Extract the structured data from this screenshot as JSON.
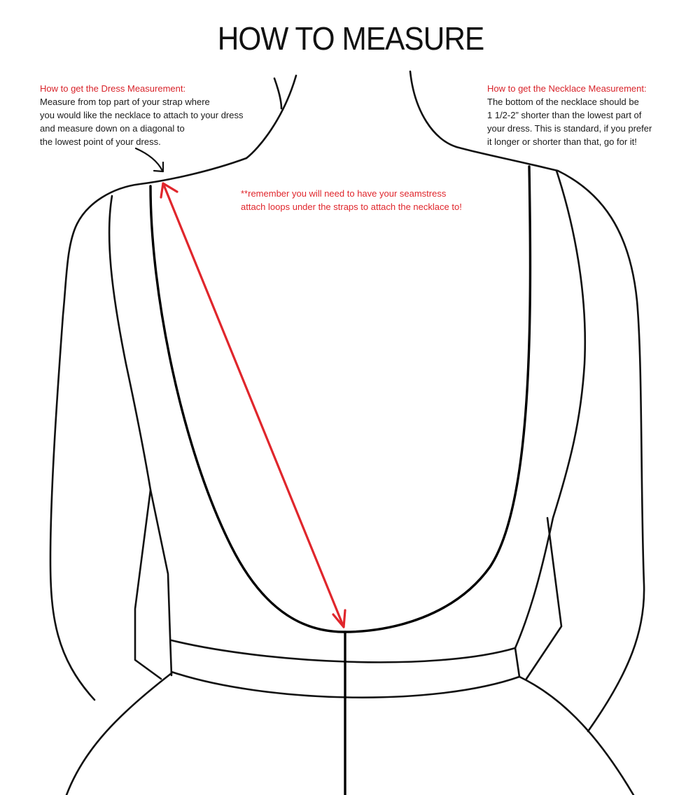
{
  "title": "HOW TO MEASURE",
  "dress_note": {
    "heading": "How to get the Dress Measurement:",
    "lines": [
      "Measure from top part of your strap where",
      "you would like the necklace to attach to your dress",
      "and measure down on a diagonal to",
      "the lowest point of your dress."
    ]
  },
  "necklace_note": {
    "heading": "How to get the Necklace Measurement:",
    "lines": [
      "The bottom of the necklace should be",
      "1 1/2-2” shorter than the lowest part of",
      "your dress. This is standard, if you prefer",
      "it longer or shorter than that, go for it!"
    ]
  },
  "reminder_note": {
    "lines": [
      "**remember you will need to have your seamstress",
      "attach loops under the straps to attach the necklace to!"
    ]
  },
  "colors": {
    "accent_red": "#e0262c",
    "heading_red": "#d8232a",
    "line": "#111111",
    "background": "#ffffff"
  },
  "diagram": {
    "subject": "open-back dress outline",
    "measurement_arrow": {
      "from": "top of strap at shoulder",
      "to": "lowest point of back neckline",
      "style": "double-headed red arrow"
    },
    "pointer_arrow": "black curved arrow pointing to strap top"
  }
}
